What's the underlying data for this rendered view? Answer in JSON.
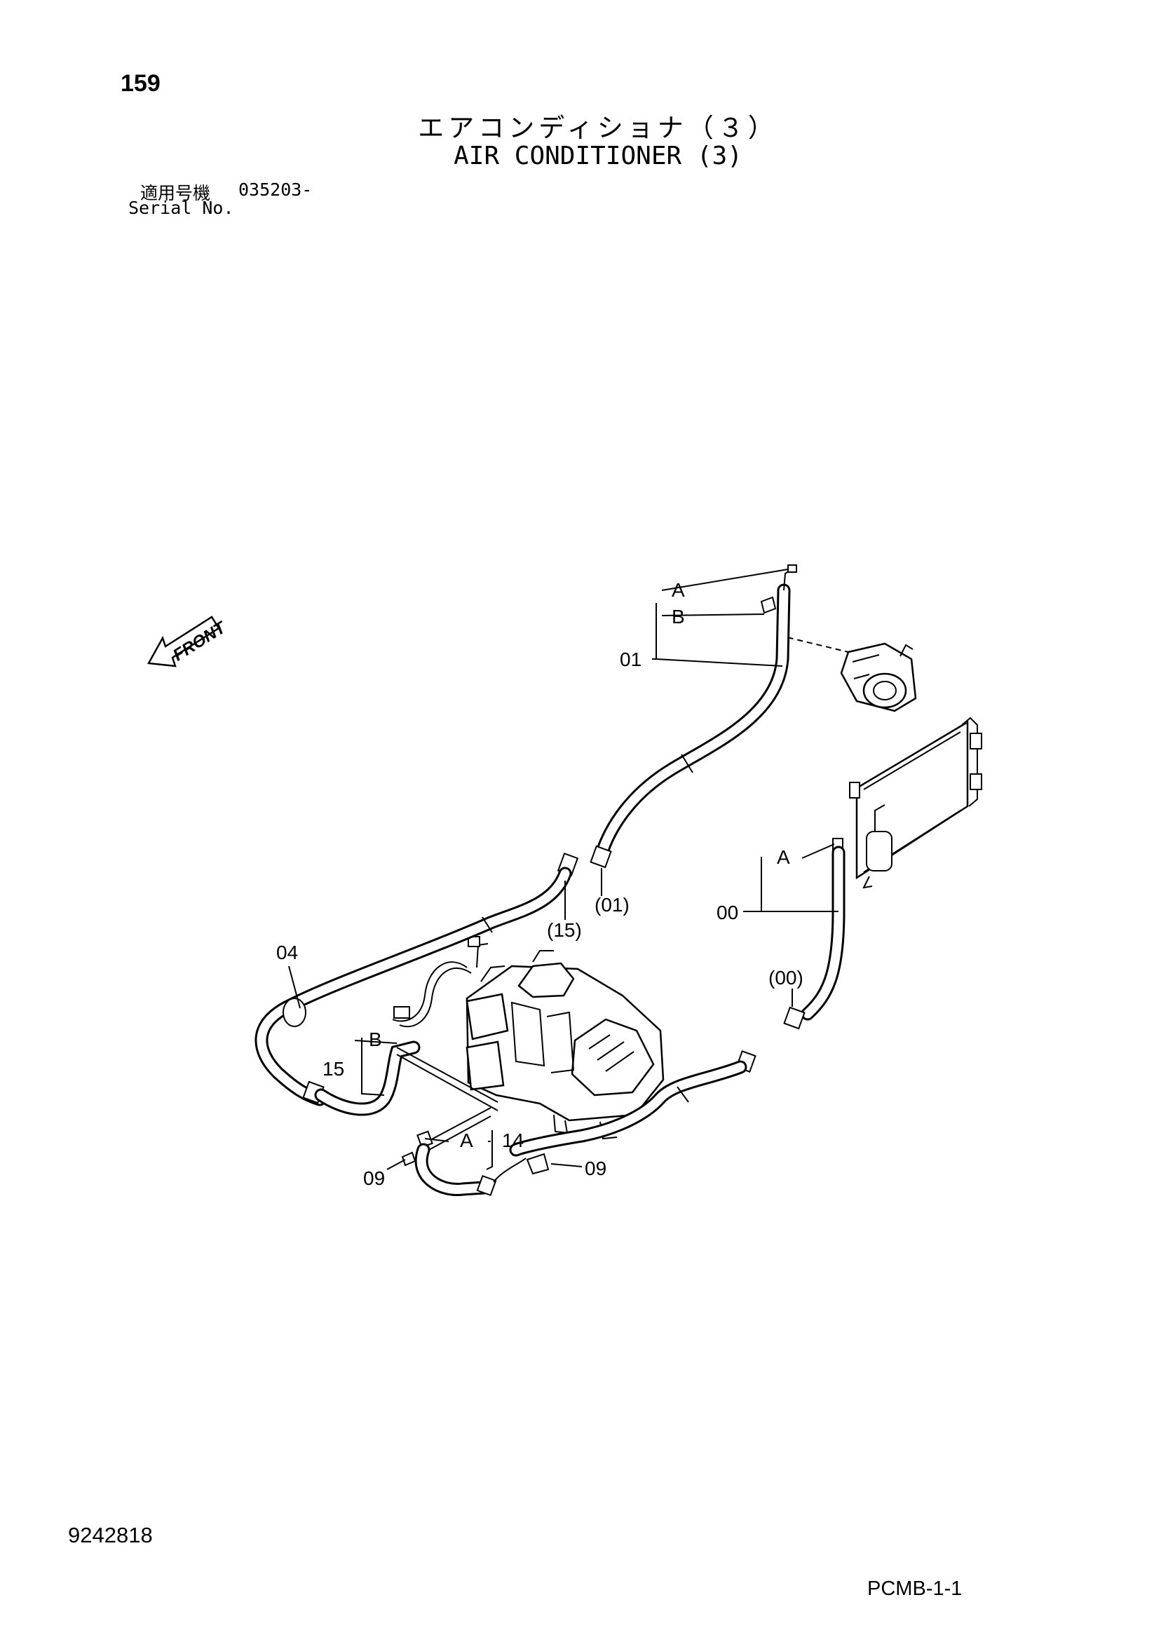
{
  "page": {
    "page_number": "159",
    "title_ja": "エアコンディショナ（３）",
    "title_en": "AIR CONDITIONER (3)",
    "serial_label_ja": "適用号機",
    "serial_value": "035203-",
    "serial_label_en": "Serial No.",
    "doc_number": "9242818",
    "page_code": "PCMB-1-1"
  },
  "diagram": {
    "front_label": "FRONT",
    "callouts": {
      "a_top": "A",
      "b_top": "B",
      "part_01": "01",
      "part_01_ref": "(01)",
      "part_15_ref": "(15)",
      "a_right": "A",
      "part_00": "00",
      "part_00_ref": "(00)",
      "part_04": "04",
      "b_left": "B",
      "part_15": "15",
      "a_bottom": "A",
      "part_14": "14",
      "part_09_left": "09",
      "part_09_right": "09"
    }
  }
}
